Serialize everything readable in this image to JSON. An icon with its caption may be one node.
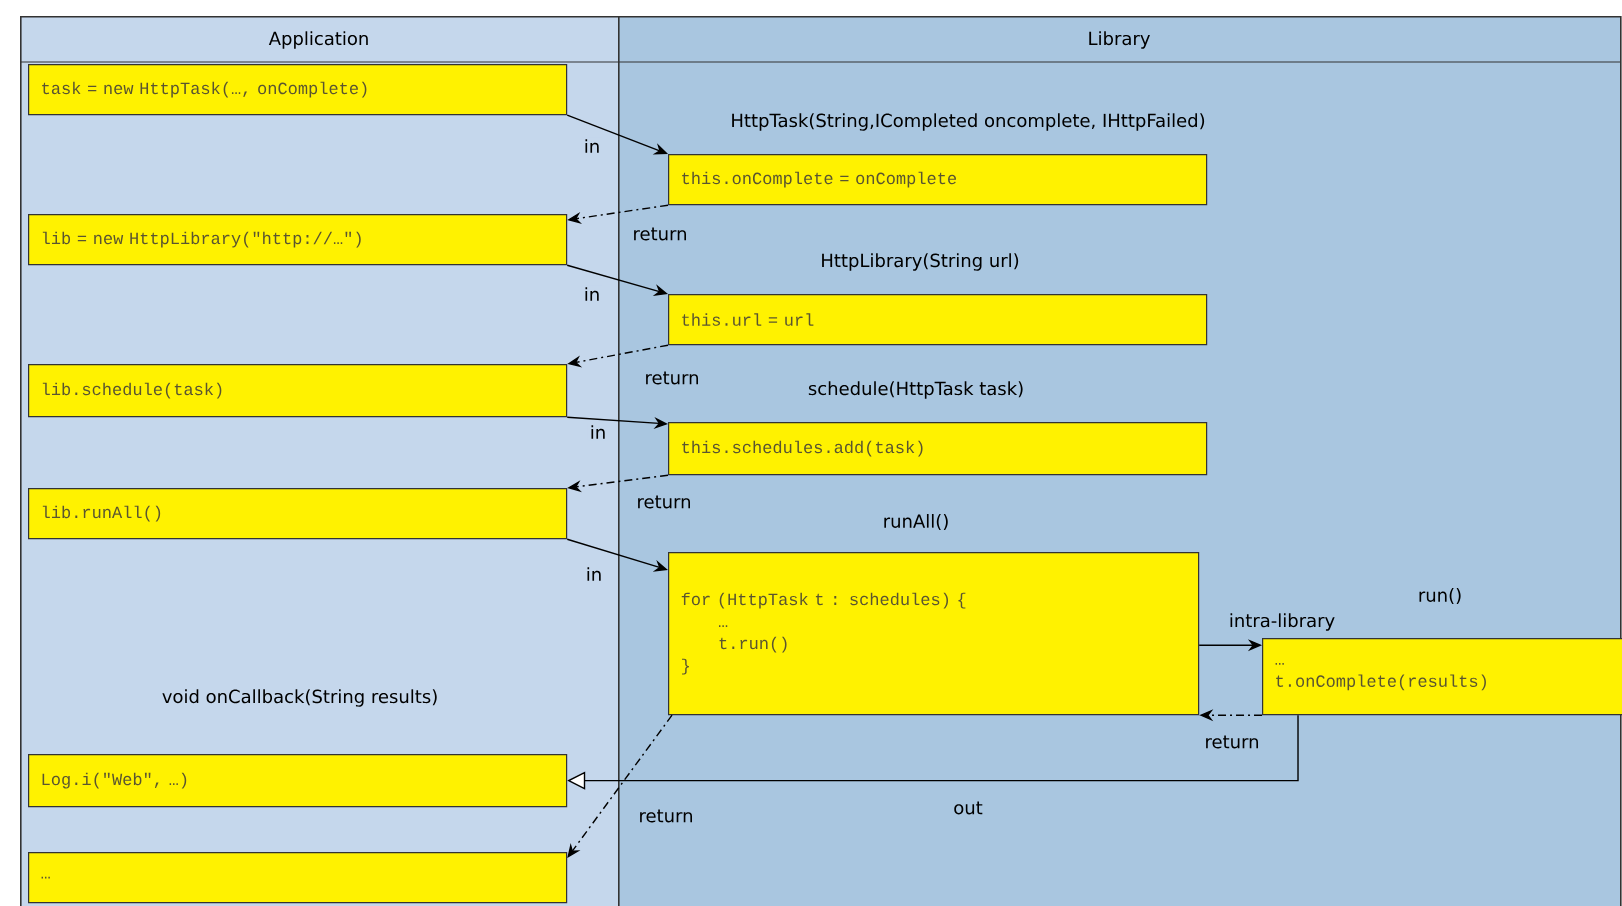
{
  "diagram": {
    "nodes": [
      {
        "text": [
          "Application"
        ]
      },
      {
        "text": [
          "Library"
        ]
      },
      {
        "text": [
          "task = new HttpTask(…, onComplete)"
        ],
        "in": 0
      },
      {
        "text": [
          "HttpTask(String,ICompleted oncomplete, IHttpFailed)",
          "this.onComplete = onComplete"
        ],
        "in": 1
      },
      {
        "text": [
          "lib = new HttpLibrary(\"http://…\")"
        ],
        "in": 0
      },
      {
        "text": [
          "HttpLibrary(String url)",
          "this.url = url"
        ],
        "in": 1
      },
      {
        "text": [
          "lib.schedule(task)"
        ],
        "in": 0
      },
      {
        "text": [
          "schedule(HttpTask task)",
          "this.schedules.add(task)"
        ],
        "in": 1
      },
      {
        "text": [
          "lib.runAll()"
        ],
        "in": 0
      },
      {
        "text": [
          "runAll()",
          "for (HttpTask t : schedules) {",
          "…",
          "t.run()",
          "}"
        ],
        "in": 1
      },
      {
        "text": [
          "run()",
          "…",
          "t.onComplete(results)"
        ],
        "in": 1
      },
      {
        "text": [
          "void onCallback(String results)",
          "Log.i(\"Web\", …)"
        ],
        "in": 0
      },
      {
        "text": [
          "…"
        ],
        "in": 0
      }
    ],
    "edges": [
      {
        "from": 2,
        "to": 3,
        "arrow": "to",
        "label": "in"
      },
      {
        "from": 3,
        "to": 4,
        "arrow": "to",
        "label": "return",
        "style": "dashed"
      },
      {
        "from": 4,
        "to": 5,
        "arrow": "to",
        "label": "in"
      },
      {
        "from": 5,
        "to": 6,
        "arrow": "to",
        "label": "return",
        "style": "dashed"
      },
      {
        "from": 6,
        "to": 7,
        "arrow": "to",
        "label": "in"
      },
      {
        "from": 7,
        "to": 8,
        "arrow": "to",
        "label": "return",
        "style": "dashed"
      },
      {
        "from": 8,
        "to": 9,
        "arrow": "to",
        "label": "in"
      },
      {
        "from": 9,
        "to": 10,
        "arrow": "to",
        "label": "intra-library"
      },
      {
        "from": 10,
        "to": 9,
        "arrow": "to",
        "label": "return",
        "style": "dashed"
      },
      {
        "from": 10,
        "to": 11,
        "arrow": "to",
        "label": "out"
      },
      {
        "from": 9,
        "to": 12,
        "arrow": "to",
        "label": "return",
        "style": "dashed"
      }
    ]
  }
}
